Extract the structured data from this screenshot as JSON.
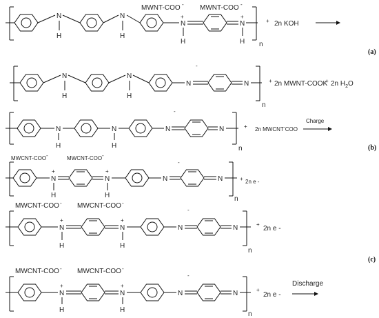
{
  "panel_labels": [
    "(a)",
    "(b)",
    "(c)"
  ],
  "atoms": {
    "N": "N",
    "H": "H",
    "plus": "+",
    "minus": "-",
    "n": "n"
  },
  "rows": [
    {
      "top_labels": [
        "MWNT-COO",
        "MWNT-COO"
      ],
      "rhs": "2n KOH",
      "arrow_label": ""
    },
    {
      "top_labels": [],
      "rhs": "2n MWNT-COOK",
      "rhs2": "2n H",
      "rhs2_sub": "2",
      "rhs2_end": "O",
      "arrow_label": ""
    },
    {
      "top_labels": [],
      "rhs": "2n MWCNT",
      "rhs_sup": "-",
      "rhs_end": "COO",
      "arrow_label": "Charge"
    },
    {
      "top_labels": [
        "MWCNT-COO",
        "MWCNT-COO"
      ],
      "rhs": "2n e -",
      "arrow_label": ""
    },
    {
      "top_labels": [
        "MWCNT-COO",
        "MWCNT-COO"
      ],
      "rhs": "2n e -",
      "arrow_label": ""
    },
    {
      "top_labels": [
        "MWCNT-COO",
        "MWCNT-COO"
      ],
      "rhs": "2n e -",
      "arrow_label": "Discharge"
    }
  ]
}
